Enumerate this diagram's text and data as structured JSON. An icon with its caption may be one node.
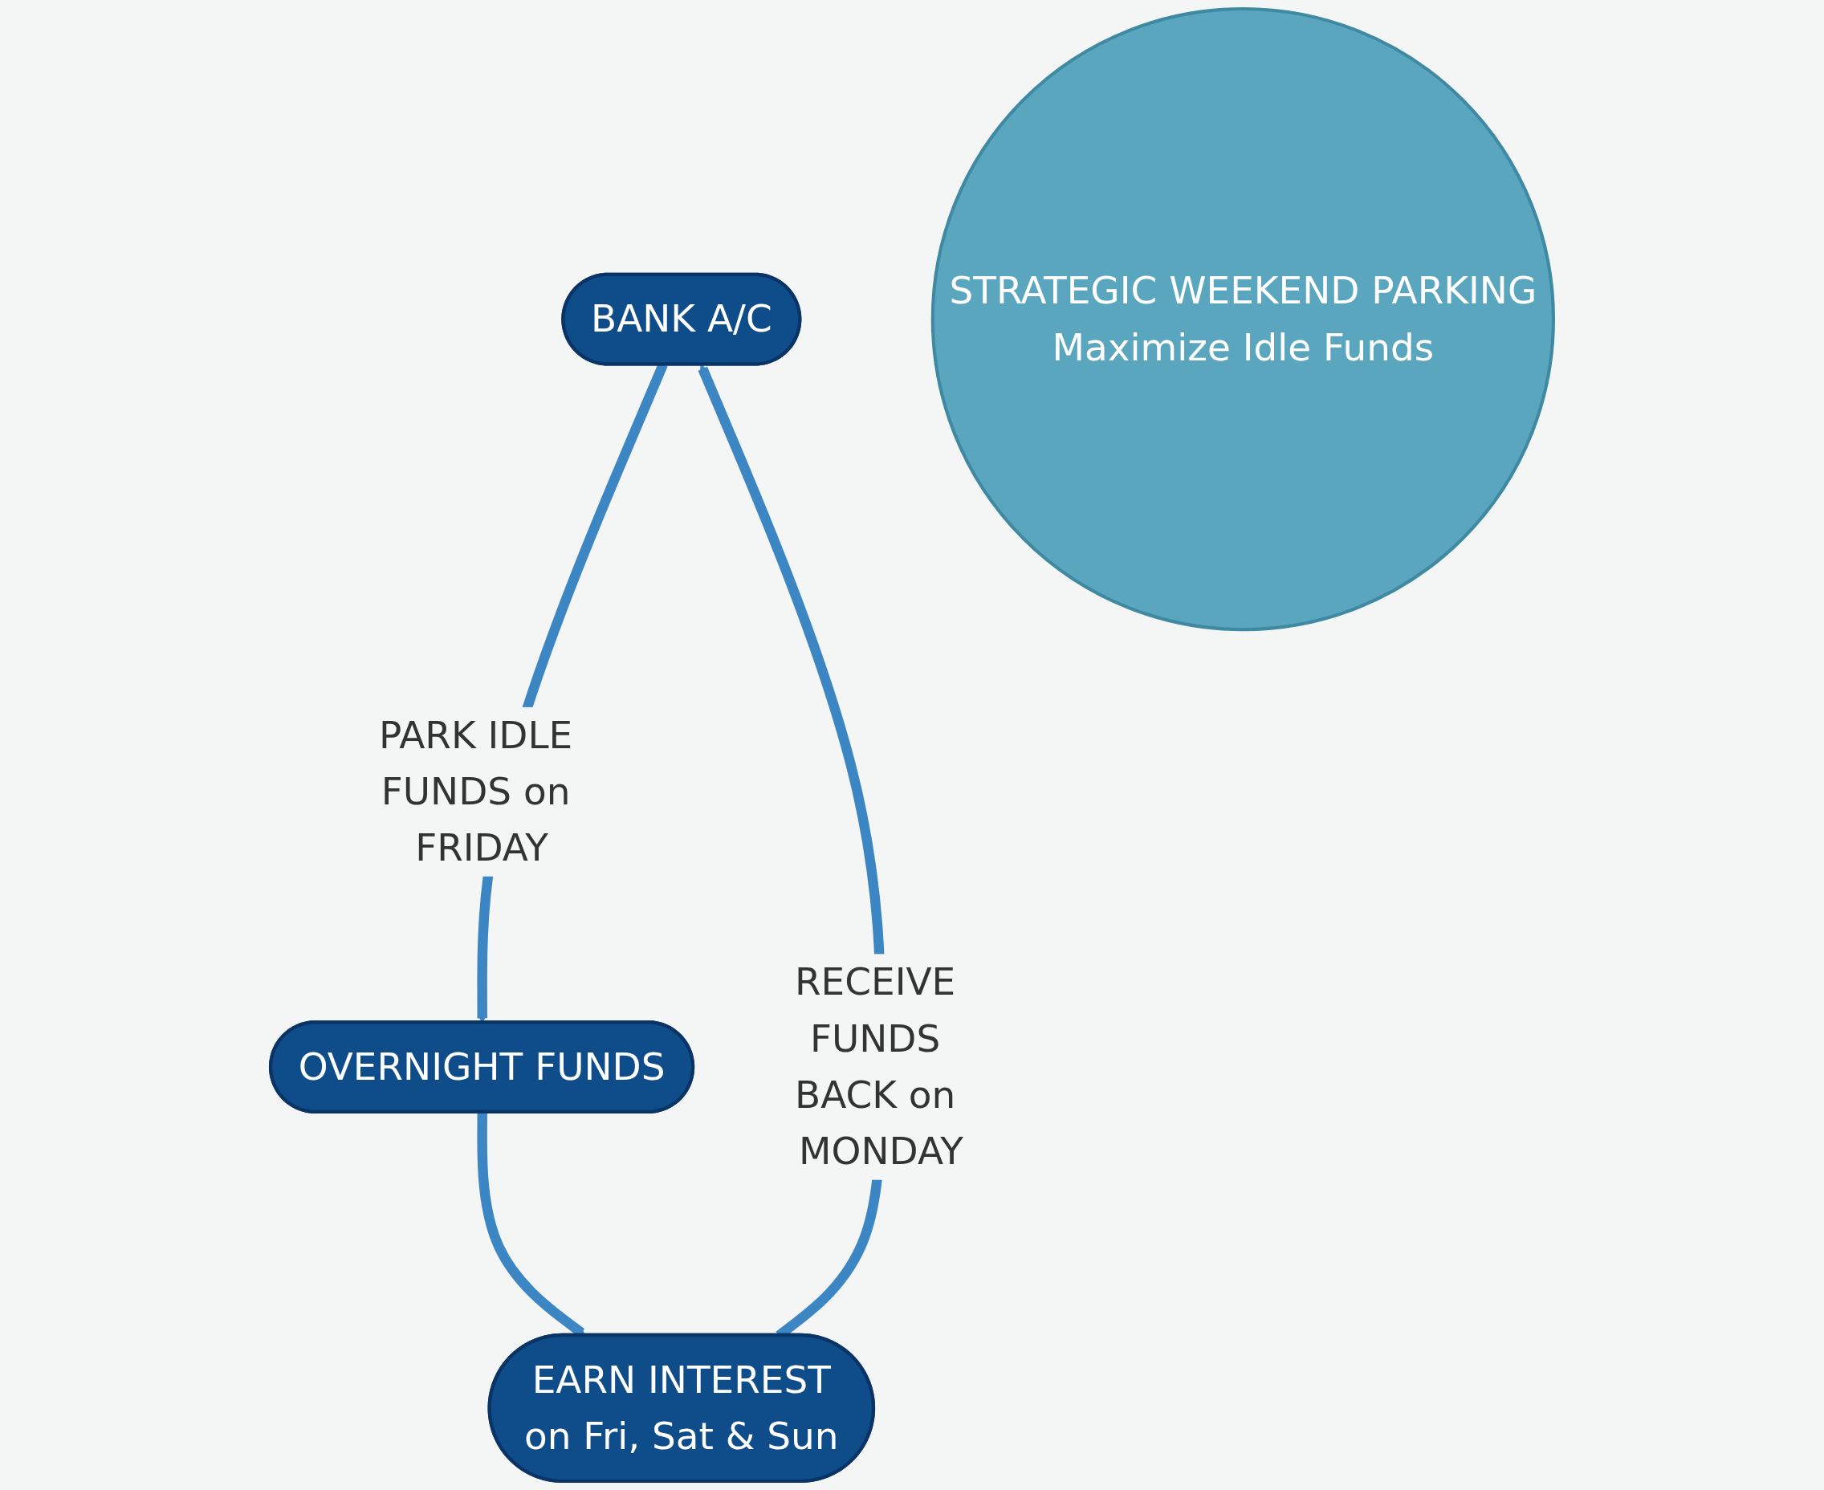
{
  "diagram": {
    "nodes": [
      {
        "text": [
          "BANK A/C"
        ]
      },
      {
        "text": [
          "OVERNIGHT FUNDS"
        ]
      },
      {
        "text": [
          "EARN INTEREST",
          "on Fri, Sat & Sun"
        ]
      },
      {
        "text": [
          "STRATEGIC WEEKEND PARKING",
          "Maximize Idle Funds"
        ]
      }
    ],
    "edges": [
      {
        "from": 0,
        "to": 1,
        "arrow": "to",
        "label": "PARK IDLE FUNDS on FRIDAY"
      },
      {
        "from": 1,
        "to": 2,
        "arrow": "to"
      },
      {
        "from": 2,
        "to": 0,
        "arrow": "to",
        "label": "RECEIVE FUNDS BACK on MONDAY"
      }
    ]
  }
}
